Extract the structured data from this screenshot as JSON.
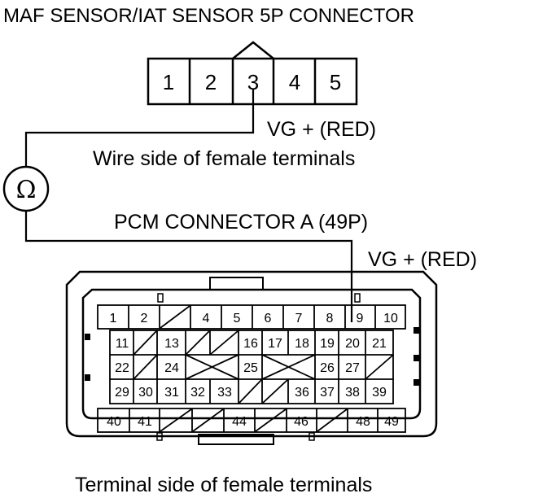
{
  "top_connector": {
    "title": "MAF SENSOR/IAT SENSOR 5P CONNECTOR",
    "pins": [
      "1",
      "2",
      "3",
      "4",
      "5"
    ],
    "probe_label": "VG +  (RED)",
    "view_label": "Wire side of female terminals"
  },
  "meter": {
    "symbol": "Ω"
  },
  "pcm_connector": {
    "title": "PCM CONNECTOR A (49P)",
    "probe_label": "VG +  (RED)",
    "view_label": "Terminal side of female terminals",
    "pins": [
      "1",
      "2",
      "4",
      "5",
      "6",
      "7",
      "8",
      "9",
      "10",
      "11",
      "13",
      "16",
      "17",
      "18",
      "19",
      "20",
      "21",
      "22",
      "24",
      "25",
      "26",
      "27",
      "29",
      "30",
      "31",
      "32",
      "33",
      "36",
      "37",
      "38",
      "39",
      "40",
      "41",
      "44",
      "46",
      "48",
      "49"
    ]
  }
}
